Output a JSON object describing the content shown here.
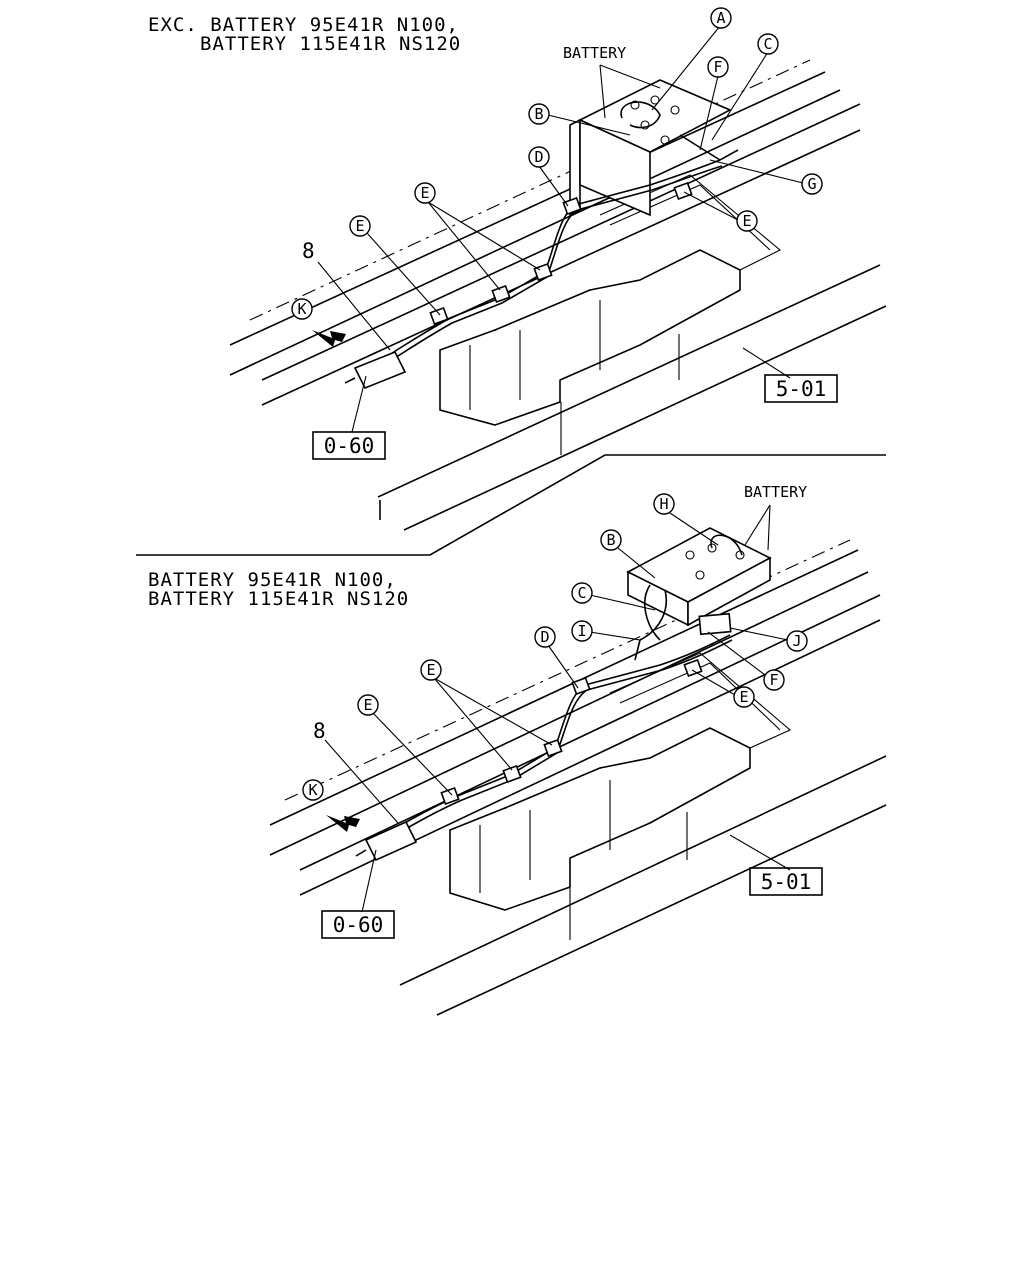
{
  "panels": [
    {
      "id": "top",
      "caption_line1": "EXC. BATTERY 95E41R N100,",
      "caption_line2": "BATTERY 115E41R NS120",
      "battery_label": "BATTERY",
      "callouts": {
        "A": "A",
        "B": "B",
        "C": "C",
        "D": "D",
        "E1": "E",
        "E2": "E",
        "E3": "E",
        "F": "F",
        "G": "G",
        "K": "K"
      },
      "item_number": "8",
      "ref_frame": "5-01",
      "ref_connector": "0-60"
    },
    {
      "id": "bottom",
      "caption_line1": "BATTERY 95E41R N100,",
      "caption_line2": "BATTERY 115E41R NS120",
      "battery_label": "BATTERY",
      "callouts": {
        "H": "H",
        "B": "B",
        "C": "C",
        "I": "I",
        "D": "D",
        "J": "J",
        "F": "F",
        "E1": "E",
        "E2": "E",
        "E3": "E",
        "K": "K"
      },
      "item_number": "8",
      "ref_frame": "5-01",
      "ref_connector": "0-60"
    }
  ]
}
